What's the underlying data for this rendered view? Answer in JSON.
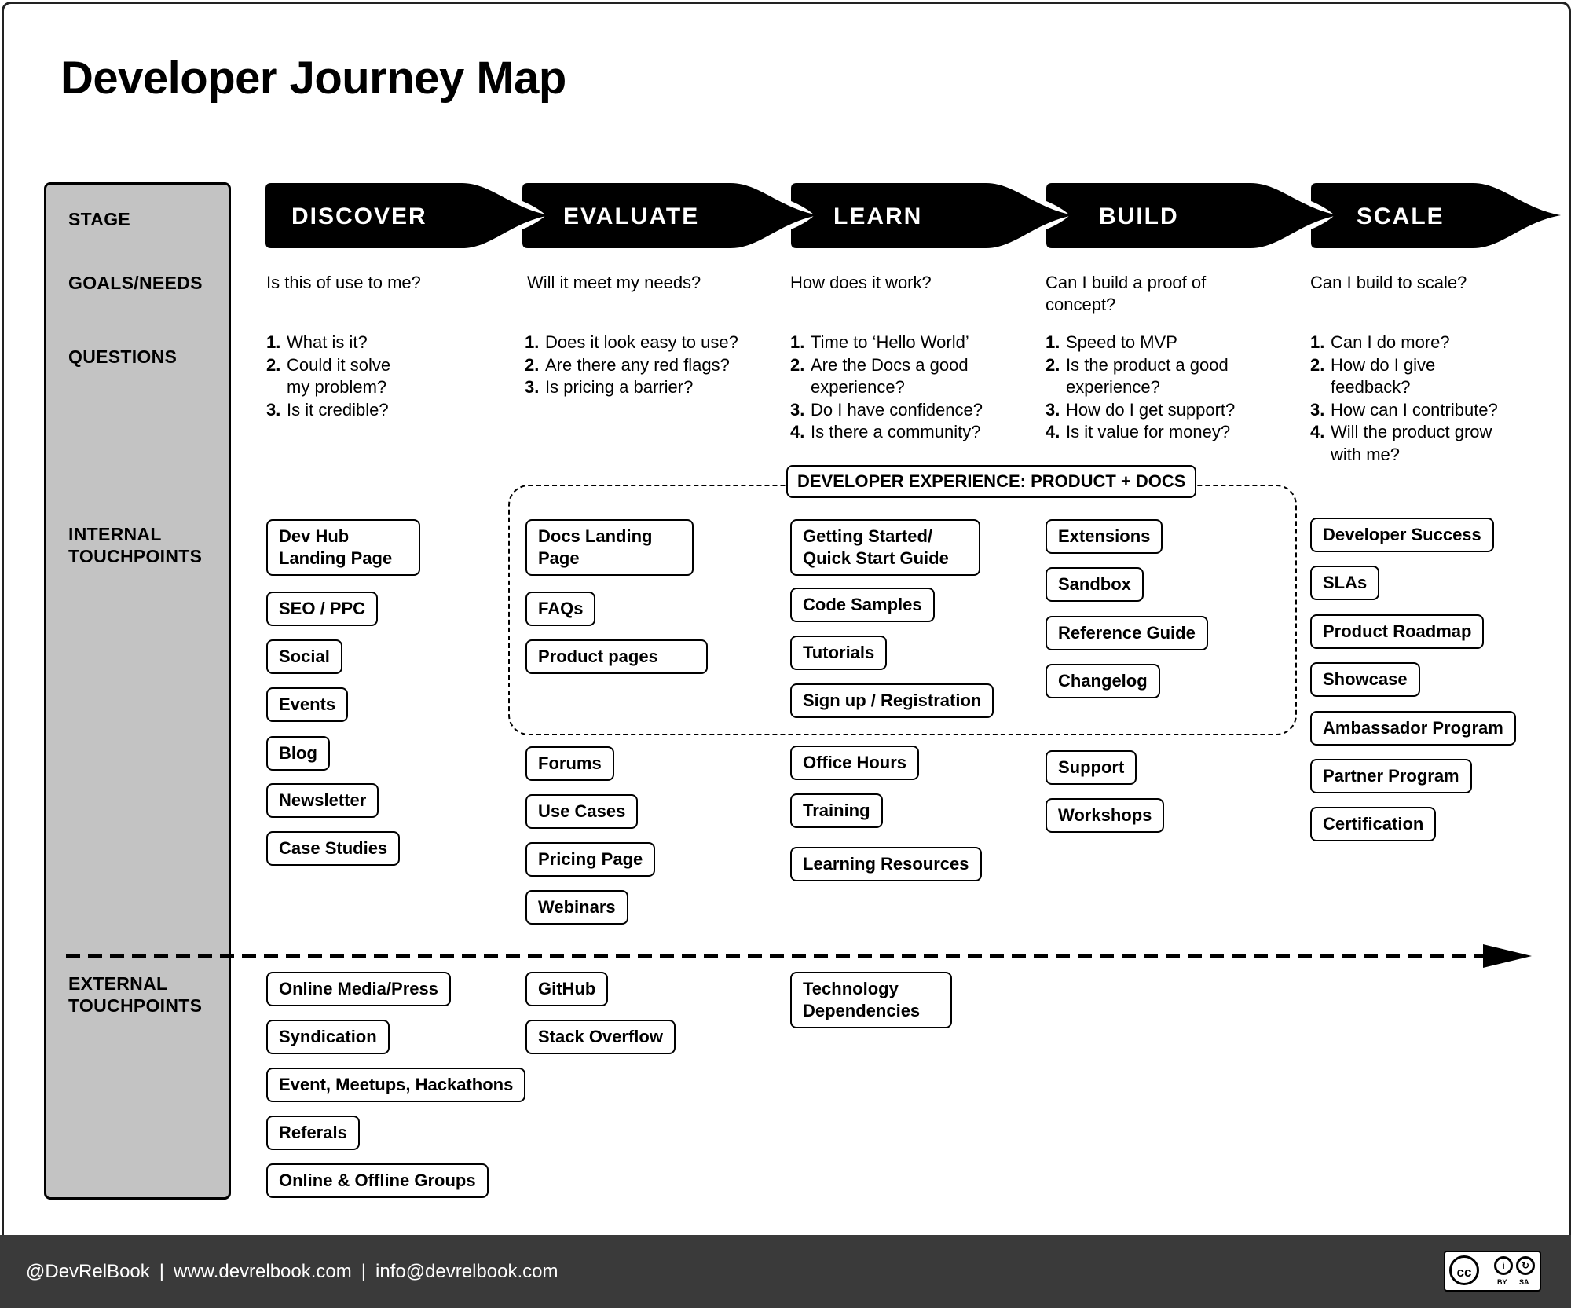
{
  "title": "Developer Journey Map",
  "row_labels": {
    "stage": "STAGE",
    "goals": "GOALS/NEEDS",
    "questions": "QUESTIONS",
    "internal": [
      "INTERNAL",
      "TOUCHPOINTS"
    ],
    "external": [
      "EXTERNAL",
      "TOUCHPOINTS"
    ]
  },
  "stages": [
    {
      "name": "DISCOVER",
      "goal": "Is this of use to me?",
      "questions": [
        "What is it?",
        "Could it solve",
        "my problem?",
        "Is it credible?"
      ],
      "internal": [
        "Dev Hub Landing Page",
        "SEO / PPC",
        "Social",
        "Events",
        "Blog",
        "Newsletter",
        "Case Studies"
      ],
      "external": [
        "Online Media/Press",
        "Syndication",
        "Event, Meetups, Hackathons",
        "Referals",
        "Online & Offline Groups"
      ]
    },
    {
      "name": "EVALUATE",
      "goal": "Will it meet my needs?",
      "questions": [
        "Does it look easy to use?",
        "Are there any red flags?",
        "Is pricing a barrier?"
      ],
      "internal": [
        "Docs Landing Page",
        "FAQs",
        "Product pages",
        "Forums",
        "Use Cases",
        "Pricing Page",
        "Webinars"
      ],
      "external": [
        "GitHub",
        "Stack Overflow"
      ]
    },
    {
      "name": "LEARN",
      "goal": "How does it work?",
      "questions": [
        "Time to ‘Hello World’",
        "Are the Docs a good",
        "experience?",
        "Do I have confidence?",
        "Is there a community?"
      ],
      "internal": [
        "Getting Started/ Quick Start Guide",
        "Code Samples",
        "Tutorials",
        "Sign up / Registration",
        "Office Hours",
        "Training",
        "Learning Resources"
      ],
      "external": [
        "Technology Dependencies"
      ]
    },
    {
      "name": "BUILD",
      "goal": "Can I build a proof of concept?",
      "questions": [
        "Speed to MVP",
        "Is the product a good",
        "experience?",
        "How do I get support?",
        "Is it value for money?"
      ],
      "internal": [
        "Extensions",
        "Sandbox",
        "Reference Guide",
        "Changelog",
        "Support",
        "Workshops"
      ],
      "external": []
    },
    {
      "name": "SCALE",
      "goal": "Can I build to scale?",
      "questions": [
        "Can I do more?",
        "How do I give",
        "feedback?",
        "How can I contribute?",
        "Will the product grow",
        "with me?"
      ],
      "internal": [
        "Developer Success",
        "SLAs",
        "Product Roadmap",
        "Showcase",
        "Ambassador Program",
        "Partner Program",
        "Certification"
      ],
      "external": []
    }
  ],
  "dx_label": "DEVELOPER EXPERIENCE: PRODUCT + DOCS",
  "footer": {
    "handle": "@DevRelBook",
    "site": "www.devrelbook.com",
    "email": "info@devrelbook.com",
    "separator": "|",
    "license": {
      "cc": "cc",
      "by": "BY",
      "sa": "SA"
    }
  }
}
